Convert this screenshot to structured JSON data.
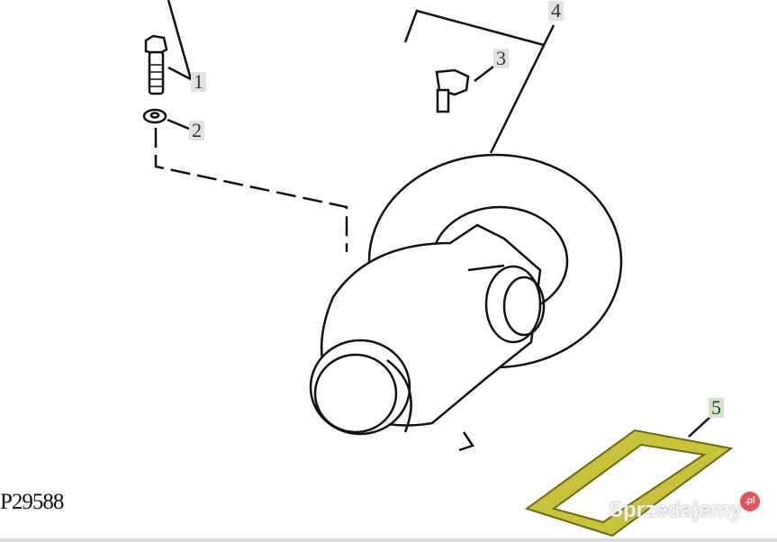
{
  "callouts": [
    "1",
    "2",
    "3",
    "4",
    "5"
  ],
  "figure_code": "P29588",
  "watermark": {
    "text": "Sprzedajemy",
    "badge": ".pl"
  },
  "colors": {
    "gasket": "#c9c23a",
    "highlight_label": "#cfe6c9",
    "label": "#e2e2e2"
  }
}
